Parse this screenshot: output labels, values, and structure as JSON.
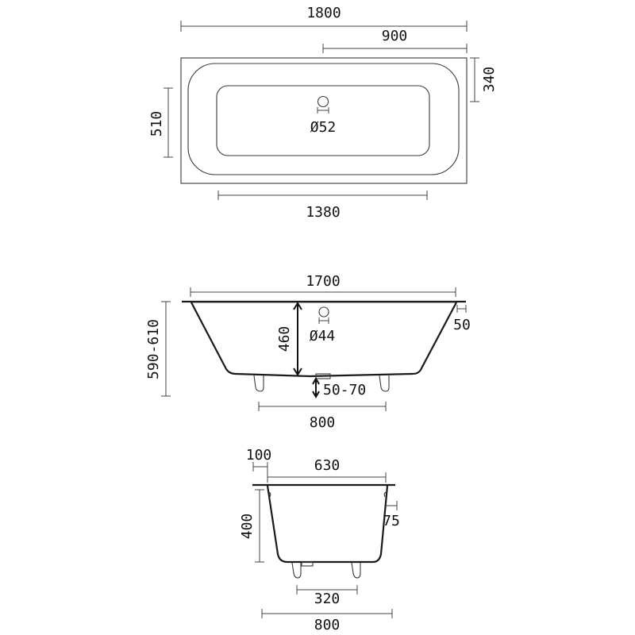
{
  "top_view": {
    "overall_length": "1800",
    "drain_offset": "900",
    "drain_edge_offset": "340",
    "overall_width": "510",
    "drain_diameter": "Ø52",
    "inner_length": "1380"
  },
  "side_view": {
    "top_length": "1700",
    "total_height": "590-610",
    "rim_thickness": "50",
    "depth": "460",
    "overflow_diameter": "Ø44",
    "leg_adjustment": "50-70",
    "leg_spacing": "800"
  },
  "end_view": {
    "rim_offset": "100",
    "top_width": "630",
    "rim_thickness": "75",
    "depth": "400",
    "leg_spacing": "320",
    "overall_width": "800"
  }
}
